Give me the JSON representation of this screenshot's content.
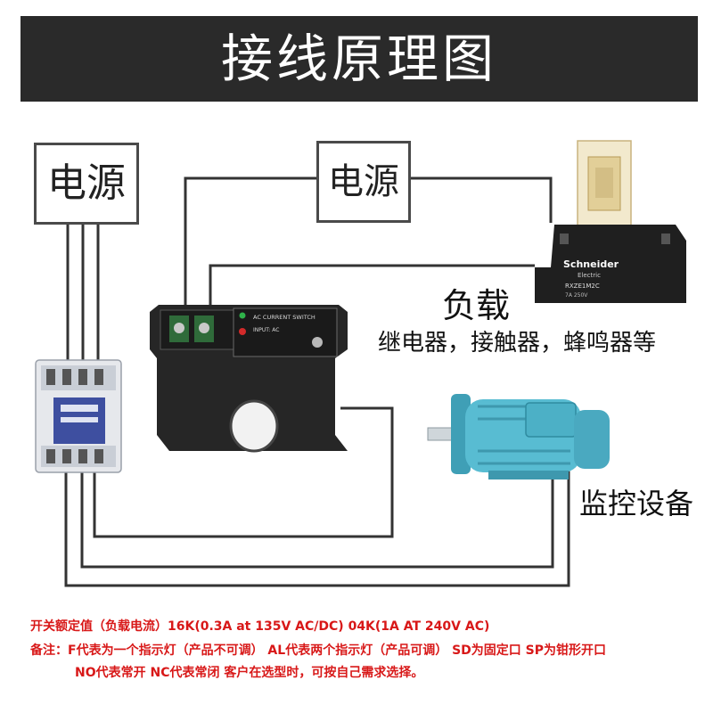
{
  "header": {
    "title": "接线原理图"
  },
  "power_box_left": {
    "label": "电源"
  },
  "power_box_right": {
    "label": "电源"
  },
  "switch_device": {
    "label": "AC CURRENT SWITCH",
    "input_label": "INPUT: AC"
  },
  "relay_device": {
    "brand": "Schneider",
    "brand_sub": "Electric",
    "model": "RXZE1M2C",
    "rating": "7A 250V"
  },
  "load": {
    "title": "负载",
    "description": "继电器，接触器，蜂鸣器等"
  },
  "monitor": {
    "label": "监控设备"
  },
  "notes": {
    "line1": "开关额定值（负载电流）16K(0.3A  at  135V  AC/DC)  04K(1A AT 240V  AC)",
    "line2": "备注：F代表为一个指示灯（产品不可调） AL代表两个指示灯（产品可调） SD为固定口 SP为钳形开口",
    "line3": "NO代表常开    NC代表常闭  客户在选型时，可按自己需求选择。"
  },
  "colors": {
    "title_bg": "#2a2a2a",
    "wire": "#333333",
    "note_text": "#d81818",
    "motor": "#58bcd2",
    "switch_body": "#262626",
    "contactor": "#e6e8ec"
  },
  "icons": [
    "contactor-icon",
    "current-switch-icon",
    "relay-icon",
    "motor-icon"
  ]
}
